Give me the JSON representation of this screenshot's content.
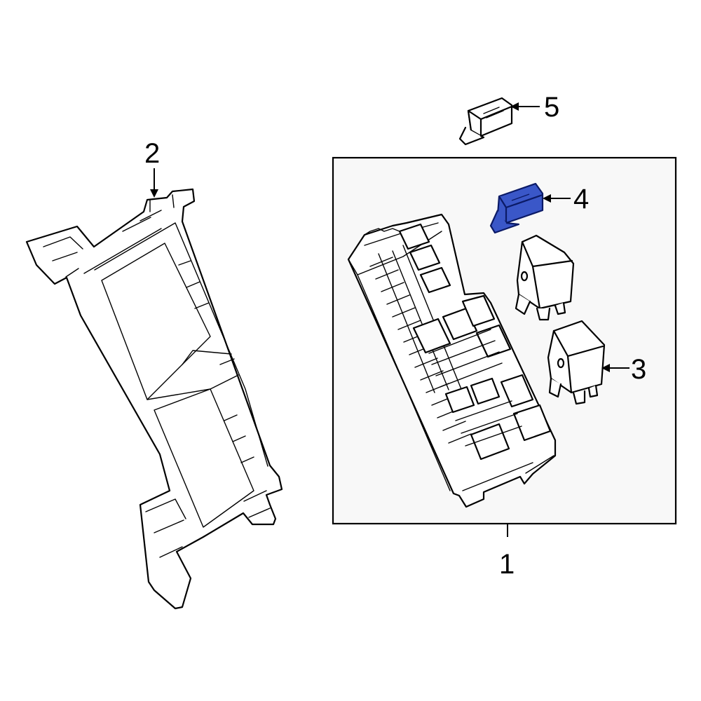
{
  "callouts": {
    "c1": "1",
    "c2": "2",
    "c3": "3",
    "c4": "4",
    "c5": "5"
  },
  "colors": {
    "highlight": "#3a57c8",
    "line": "#000000",
    "background": "#ffffff",
    "inset_fill": "#f8f8f8"
  },
  "icons": {
    "part1": "fuse-box-icon",
    "part2": "mounting-bracket-icon",
    "part3": "relay-icon",
    "part4": "fuse-highlighted-icon",
    "part5": "fuse-icon"
  }
}
